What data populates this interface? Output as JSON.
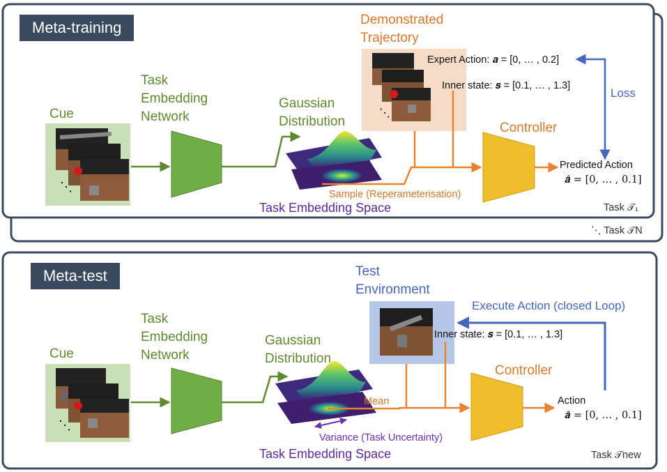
{
  "meta_training": {
    "title": "Meta-training",
    "cue_label": "Cue",
    "network_label": [
      "Task",
      "Embedding",
      "Network"
    ],
    "gaussian_label": [
      "Gaussian",
      "Distribution"
    ],
    "demo_label": [
      "Demonstrated",
      "Trajectory"
    ],
    "expert_action": "Expert Action: 𝒂 = [0, … , 0.2]",
    "inner_state": "Inner state: 𝒔 = [0.1, … , 1.3]",
    "loss_label": "Loss",
    "controller_label": "Controller",
    "predicted_action": "Predicted Action",
    "predicted_value": "𝒂̂ = [0, … , 0.1]",
    "sample_label": "Sample (Reperameterisation)",
    "space_label": "Task Embedding Space",
    "task_label": "Task 𝒯₁",
    "task_n_label": "Task 𝒯N",
    "dots": "⋱"
  },
  "meta_test": {
    "title": "Meta-test",
    "cue_label": "Cue",
    "network_label": [
      "Task",
      "Embedding",
      "Network"
    ],
    "gaussian_label": [
      "Gaussian",
      "Distribution"
    ],
    "env_label": [
      "Test",
      "Environment"
    ],
    "execute_label": "Execute Action (closed Loop)",
    "inner_state": "Inner state: 𝒔 = [0.1, … , 1.3]",
    "controller_label": "Controller",
    "mean_label": "Mean",
    "action_label": "Action",
    "action_value": "𝒂̂ = [0, … , 0.1]",
    "variance_label": "Variance (Task Uncertainty)",
    "space_label": "Task Embedding Space",
    "task_label": "Task 𝒯new",
    "dots": "⋱"
  },
  "colors": {
    "green": "#5d8a2e",
    "green_fill": "#70ad47",
    "orange": "#e8832f",
    "yellow": "#f0be2a",
    "blue": "#4466c0",
    "purple": "#5a2a9a",
    "panel_border": "#3a4a5e"
  }
}
